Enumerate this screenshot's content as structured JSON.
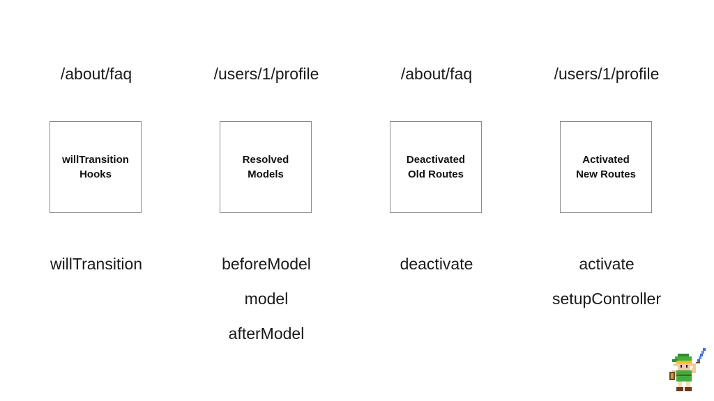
{
  "columns": [
    {
      "route": "/about/faq",
      "box": [
        "willTransition",
        "Hooks"
      ],
      "hooks": [
        "willTransition"
      ]
    },
    {
      "route": "/users/1/profile",
      "box": [
        "Resolved",
        "Models"
      ],
      "hooks": [
        "beforeModel",
        "model",
        "afterModel"
      ]
    },
    {
      "route": "/about/faq",
      "box": [
        "Deactivated",
        "Old Routes"
      ],
      "hooks": [
        "deactivate"
      ]
    },
    {
      "route": "/users/1/profile",
      "box": [
        "Activated",
        "New Routes"
      ],
      "hooks": [
        "activate",
        "setupController"
      ]
    }
  ],
  "icons": {
    "sprite": "link-sprite-icon"
  }
}
